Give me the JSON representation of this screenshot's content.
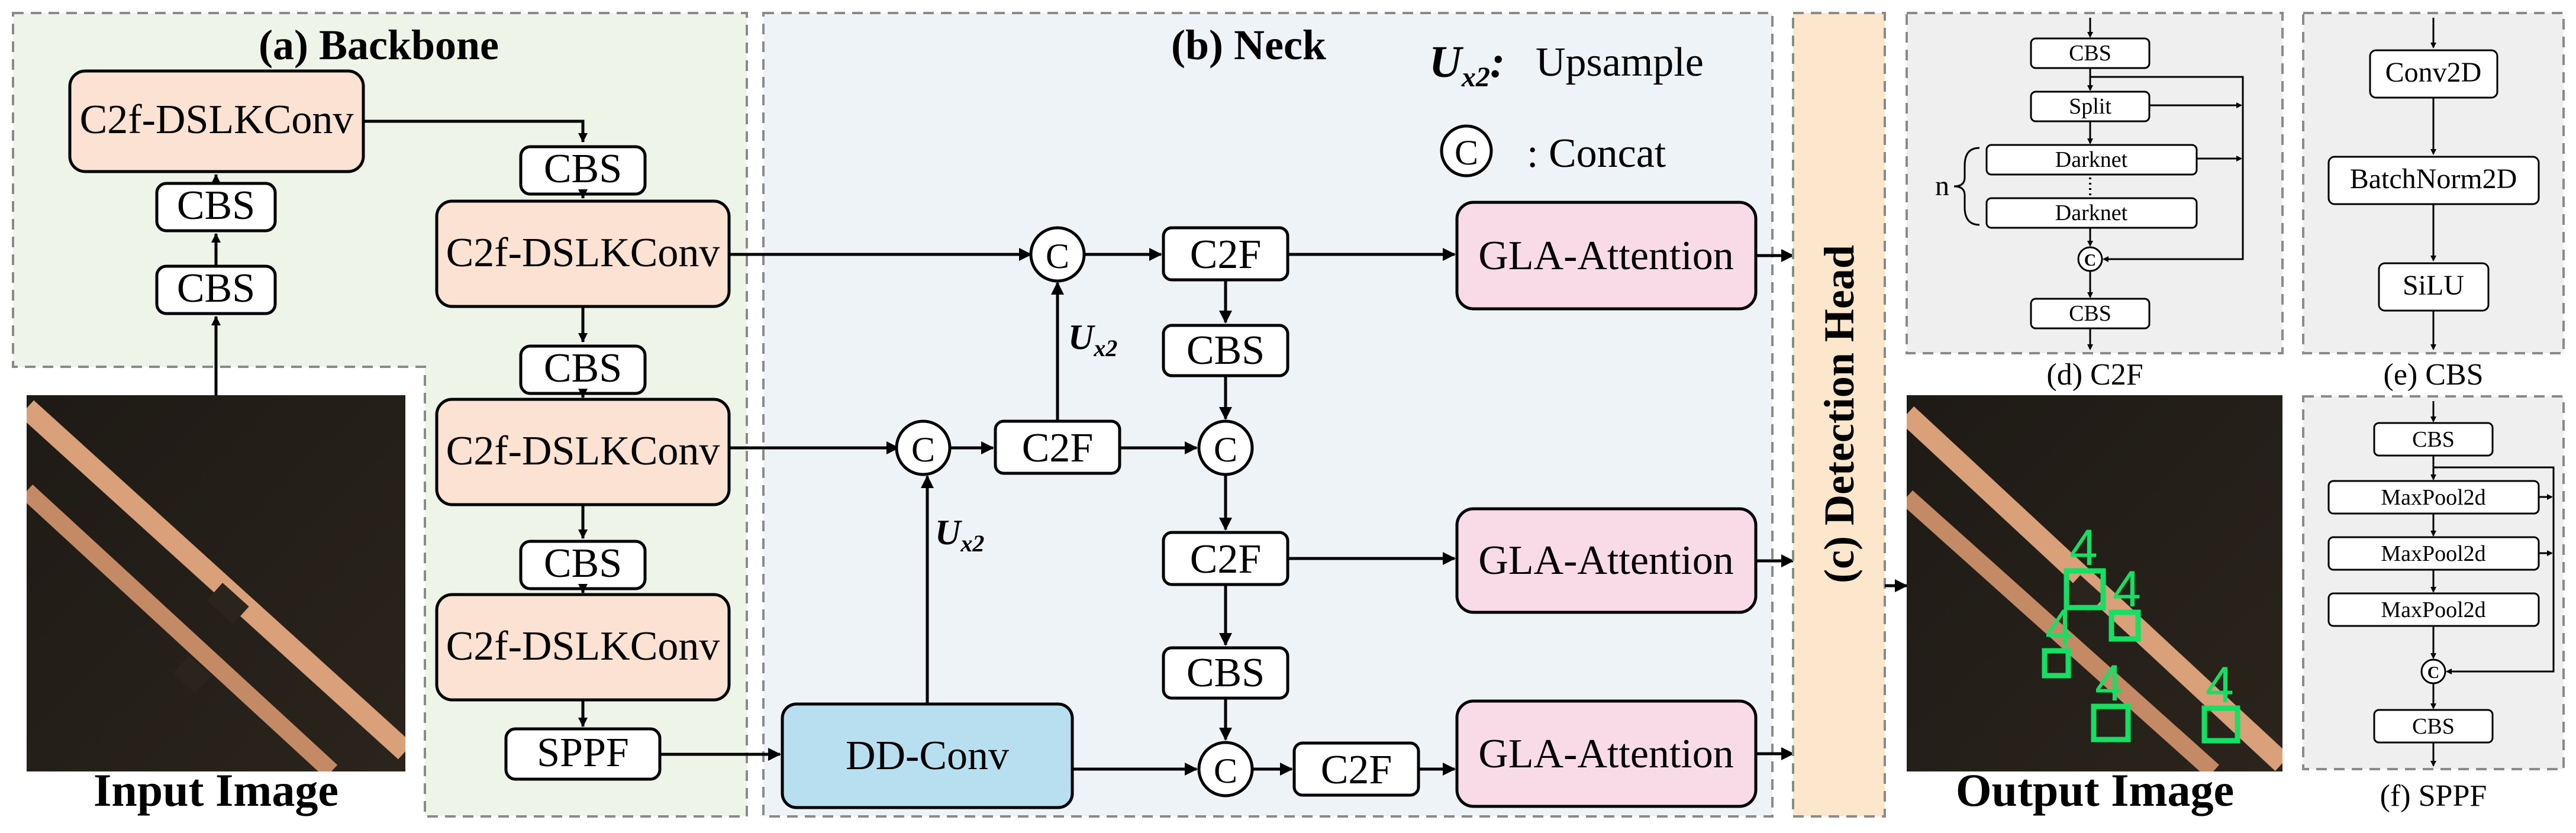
{
  "backbone": {
    "title": "(a) Backbone",
    "c2f_label": "C2f-DSLKConv",
    "cbs_label": "CBS",
    "sppf_label": "SPPF",
    "input_caption": "Input Image"
  },
  "neck": {
    "title": "(b) Neck",
    "legend_upsample": "Upsample",
    "legend_concat": ": Concat",
    "ux2_label": "U",
    "ux2_sub": "x2",
    "ux2_colon": ":",
    "concat_symbol": "C",
    "c2f_label": "C2F",
    "cbs_label": "CBS",
    "ddconv_label": "DD-Conv",
    "gla_label": "GLA-Attention"
  },
  "head": {
    "title": "(c) Detection Head",
    "output_caption": "Output Image",
    "detection_labels": [
      "4",
      "4",
      "4",
      "4",
      "4"
    ]
  },
  "c2f_detail": {
    "caption": "(d) C2F",
    "cbs_label": "CBS",
    "split_label": "Split",
    "darknet_label": "Darknet",
    "n_label": "n",
    "concat_symbol": "C"
  },
  "cbs_detail": {
    "caption": "(e) CBS",
    "conv_label": "Conv2D",
    "bn_label": "BatchNorm2D",
    "act_label": "SiLU"
  },
  "sppf_detail": {
    "caption": "(f) SPPF",
    "cbs_label": "CBS",
    "pool_label": "MaxPool2d",
    "concat_symbol": "C"
  },
  "colors": {
    "backbone_bg": "#eef4e8",
    "neck_bg": "#eef3f8",
    "head_bg": "#fce6cc",
    "detail_bg": "#efefef",
    "c2f_fill": "#fbe2d2",
    "gla_fill": "#f9dbe8",
    "ddconv_fill": "#b7dfef",
    "detection_box": "#14e063"
  }
}
